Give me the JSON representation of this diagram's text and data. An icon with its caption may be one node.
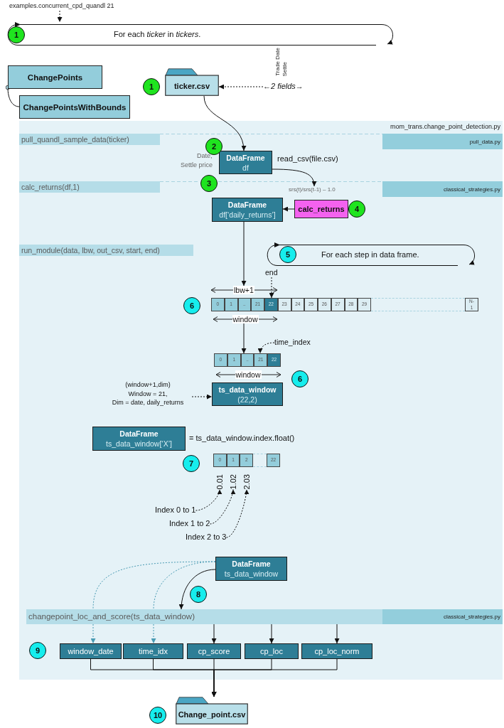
{
  "diagram": {
    "nodes": [
      {
        "text": [
          "examples.concurrent_cpd_quandl 21"
        ]
      },
      {
        "text": [
          "For each *ticker* in *tickers*."
        ]
      },
      {
        "text": [
          "1"
        ],
        "in": 1
      },
      {
        "text": [
          "ChangePoints"
        ]
      },
      {
        "text": [
          "ChangePointsWithBounds"
        ]
      },
      {
        "text": [
          "1"
        ]
      },
      {
        "text": [
          "ticker.csv"
        ]
      },
      {
        "text": [
          "←2 fields→"
        ],
        "beside": [
          "Trade Date",
          "Settle"
        ]
      },
      {
        "text": [
          "mom_trans.change_point_detection.py"
        ]
      },
      {
        "text": [
          "pull_quandl_sample_data(ticker)"
        ],
        "in": 8
      },
      {
        "text": [
          "pull_data.py"
        ],
        "in": 8
      },
      {
        "text": [
          "2"
        ],
        "in": 8
      },
      {
        "text": [
          "DataFrame",
          "df"
        ],
        "in": 8,
        "beside": [
          "Date,",
          "Settle price",
          "read_csv(file.csv)"
        ]
      },
      {
        "text": [
          "calc_returns(df,1)"
        ],
        "in": 8
      },
      {
        "text": [
          "classical_strategies.py"
        ],
        "in": 8
      },
      {
        "text": [
          "srs(t)/srs(t-1) – 1.0"
        ],
        "in": 8
      },
      {
        "text": [
          "3"
        ],
        "in": 8
      },
      {
        "text": [
          "DataFrame",
          "df[‘daily_returns’]"
        ],
        "in": 8
      },
      {
        "text": [
          "calc_returns"
        ],
        "in": 8
      },
      {
        "text": [
          "4"
        ],
        "in": 8
      },
      {
        "text": [
          "run_module(data, lbw, out_csv, start, end)"
        ],
        "in": 8
      },
      {
        "text": [
          "For each step in data frame."
        ],
        "in": 8
      },
      {
        "text": [
          "5"
        ],
        "in": 21
      },
      {
        "text": [
          "end"
        ],
        "in": 8
      },
      {
        "text": [
          "6"
        ],
        "in": 8
      },
      {
        "text": [
          "0"
        ],
        "in": 8
      },
      {
        "text": [
          "1"
        ],
        "in": 8
      },
      {
        "text": [
          ".."
        ],
        "in": 8
      },
      {
        "text": [
          "21"
        ],
        "in": 8
      },
      {
        "text": [
          "22"
        ],
        "in": 8
      },
      {
        "text": [
          "23"
        ],
        "in": 8
      },
      {
        "text": [
          "24"
        ],
        "in": 8
      },
      {
        "text": [
          "25"
        ],
        "in": 8
      },
      {
        "text": [
          "26"
        ],
        "in": 8
      },
      {
        "text": [
          "27"
        ],
        "in": 8
      },
      {
        "text": [
          "28"
        ],
        "in": 8
      },
      {
        "text": [
          "29"
        ],
        "in": 8
      },
      {
        "text": [
          "N-1"
        ],
        "in": 8
      },
      {
        "text": [
          "time_index"
        ],
        "in": 8
      },
      {
        "text": [
          "0"
        ],
        "in": 8
      },
      {
        "text": [
          "1"
        ],
        "in": 8
      },
      {
        "text": [
          ".."
        ],
        "in": 8
      },
      {
        "text": [
          "21"
        ],
        "in": 8
      },
      {
        "text": [
          "22"
        ],
        "in": 8
      },
      {
        "text": [
          "6"
        ],
        "in": 8
      },
      {
        "text": [
          "ts_data_window",
          "(22,2)"
        ],
        "in": 8
      },
      {
        "text": [
          "(window+1,dim)",
          "Window = 21,",
          "Dim = date, daily_returns"
        ],
        "in": 8
      },
      {
        "text": [
          "DataFrame",
          "ts_data_window[‘X’]"
        ],
        "in": 8,
        "beside": [
          "= ts_data_window.index.float()"
        ]
      },
      {
        "text": [
          "7"
        ],
        "in": 8
      },
      {
        "text": [
          "0"
        ],
        "in": 8
      },
      {
        "text": [
          "1"
        ],
        "in": 8
      },
      {
        "text": [
          "2"
        ],
        "in": 8
      },
      {
        "text": [
          "22"
        ],
        "in": 8
      },
      {
        "text": [
          "0.01"
        ],
        "in": 8
      },
      {
        "text": [
          "1.02"
        ],
        "in": 8
      },
      {
        "text": [
          "2.03"
        ],
        "in": 8
      },
      {
        "text": [
          "Index 0 to 1"
        ],
        "in": 8
      },
      {
        "text": [
          "Index 1 to 2"
        ],
        "in": 8
      },
      {
        "text": [
          "Index 2 to 3"
        ],
        "in": 8
      },
      {
        "text": [
          "DataFrame",
          "ts_data_window"
        ],
        "in": 8
      },
      {
        "text": [
          "8"
        ],
        "in": 8
      },
      {
        "text": [
          "changepoint_loc_and_score(ts_data_window)"
        ],
        "in": 8
      },
      {
        "text": [
          "classical_strategies.py"
        ],
        "in": 8
      },
      {
        "text": [
          "9"
        ],
        "in": 8
      },
      {
        "text": [
          "window_date"
        ],
        "in": 8
      },
      {
        "text": [
          "time_idx"
        ],
        "in": 8
      },
      {
        "text": [
          "cp_score"
        ],
        "in": 8
      },
      {
        "text": [
          "cp_loc"
        ],
        "in": 8
      },
      {
        "text": [
          "cp_loc_norm"
        ],
        "in": 8
      },
      {
        "text": [
          "Change_point.csv"
        ]
      },
      {
        "text": [
          "10"
        ]
      },
      {
        "text": [
          "lbw+1"
        ],
        "in": 8
      },
      {
        "text": [
          "window"
        ],
        "in": 8
      },
      {
        "text": [],
        "shape": "box",
        "in": 8
      },
      {
        "text": [],
        "shape": "box",
        "in": 8
      }
    ],
    "edges": [
      {
        "from": 0,
        "to": 1,
        "arrow": "to",
        "style": "dashed"
      },
      {
        "from": 3,
        "to": 4,
        "arrow": "other"
      },
      {
        "from": 7,
        "to": 6,
        "arrow": "to",
        "style": "dashed"
      },
      {
        "from": 6,
        "to": 12,
        "arrow": "to"
      },
      {
        "from": 12,
        "to": 15,
        "arrow": "to"
      },
      {
        "from": 18,
        "to": 17,
        "arrow": "to"
      },
      {
        "from": 17,
        "to": 71,
        "arrow": "to"
      },
      {
        "from": 23,
        "to": 29,
        "arrow": "to",
        "style": "dashed"
      },
      {
        "from": 72,
        "to": 41,
        "arrow": "to"
      },
      {
        "from": 38,
        "to": 42,
        "arrow": "to",
        "style": "dashed"
      },
      {
        "from": 46,
        "to": 45,
        "arrow": "to",
        "style": "dashed"
      },
      {
        "from": 56,
        "to": 53,
        "arrow": "to",
        "style": "dashed"
      },
      {
        "from": 57,
        "to": 54,
        "arrow": "to",
        "style": "dashed"
      },
      {
        "from": 58,
        "to": 55,
        "arrow": "to",
        "style": "dashed"
      },
      {
        "from": 59,
        "to": 61,
        "arrow": "to"
      },
      {
        "from": 59,
        "to": 61,
        "arrow": "none",
        "style": "dashed",
        "color": "#4a9bb3"
      },
      {
        "from": 59,
        "to": 61,
        "arrow": "none",
        "style": "dashed",
        "color": "#4a9bb3"
      },
      {
        "from": 61,
        "to": 66,
        "arrow": "to"
      },
      {
        "from": 61,
        "to": 67,
        "arrow": "to"
      },
      {
        "from": 61,
        "to": 68,
        "arrow": "to"
      },
      {
        "from": 64,
        "to": 69,
        "arrow": "to"
      },
      {
        "from": 65,
        "to": 69,
        "arrow": "to"
      },
      {
        "from": 66,
        "to": 69,
        "arrow": "to"
      },
      {
        "from": 67,
        "to": 69,
        "arrow": "to"
      },
      {
        "from": 68,
        "to": 69,
        "arrow": "to"
      },
      {
        "from": 61,
        "to": 64,
        "arrow": "to",
        "style": "dashed",
        "color": "#4a9bb3"
      },
      {
        "from": 61,
        "to": 65,
        "arrow": "to",
        "style": "dashed",
        "color": "#4a9bb3"
      }
    ],
    "labels": [
      "window"
    ]
  }
}
